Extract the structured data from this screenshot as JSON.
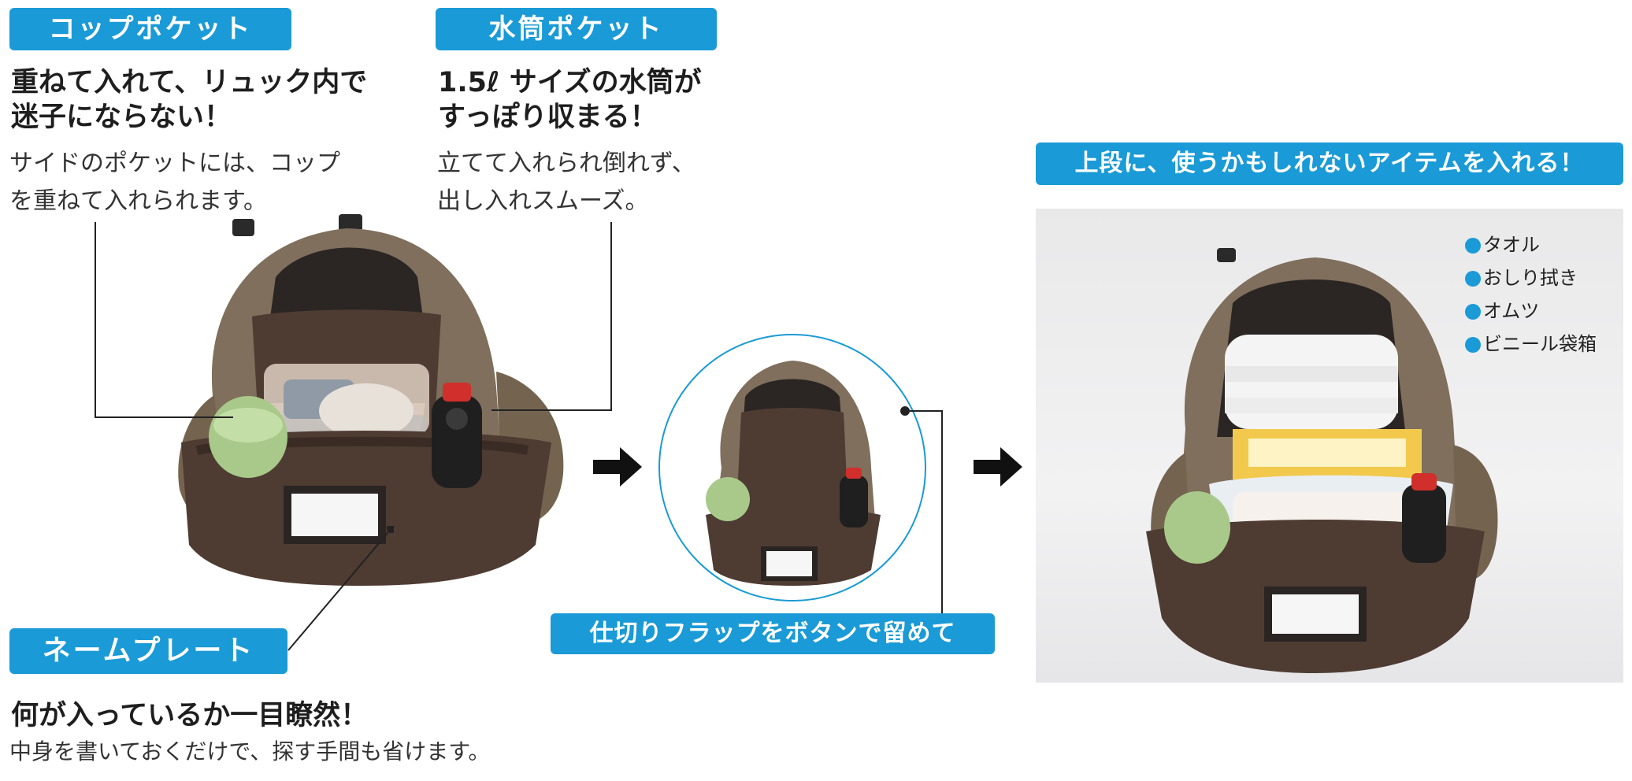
{
  "colors": {
    "accent": "#1a9ad6",
    "bag_brown": "#7f6f5c",
    "bag_lining": "#4e3c33",
    "text": "#222222"
  },
  "cup_pocket": {
    "badge": "コップポケット",
    "headline_1": "重ねて入れて、リュック内で",
    "headline_2": "迷子にならない！",
    "body_1": "サイドのポケットには、コップ",
    "body_2": "を重ねて入れられます。"
  },
  "bottle_pocket": {
    "badge": "水筒ポケット",
    "headline_1": "1.5ℓ サイズの水筒が",
    "headline_2": "すっぽり収まる！",
    "body_1": "立てて入れられ倒れず、",
    "body_2": "出し入れスムーズ。"
  },
  "name_plate": {
    "badge": "ネームプレート",
    "headline": "何が入っているか一目瞭然！",
    "body": "中身を書いておくだけで、探す手間も省けます。"
  },
  "flap": {
    "badge": "仕切りフラップをボタンで留めて"
  },
  "upper": {
    "badge": "上段に、使うかもしれないアイテムを入れる！",
    "items": [
      {
        "label": "タオル"
      },
      {
        "label": "おしり拭き"
      },
      {
        "label": "オムツ"
      },
      {
        "label": "ビニール袋箱"
      }
    ]
  },
  "icons": {
    "arrow": "arrow-right-icon",
    "bullet": "blue-dot-icon"
  }
}
